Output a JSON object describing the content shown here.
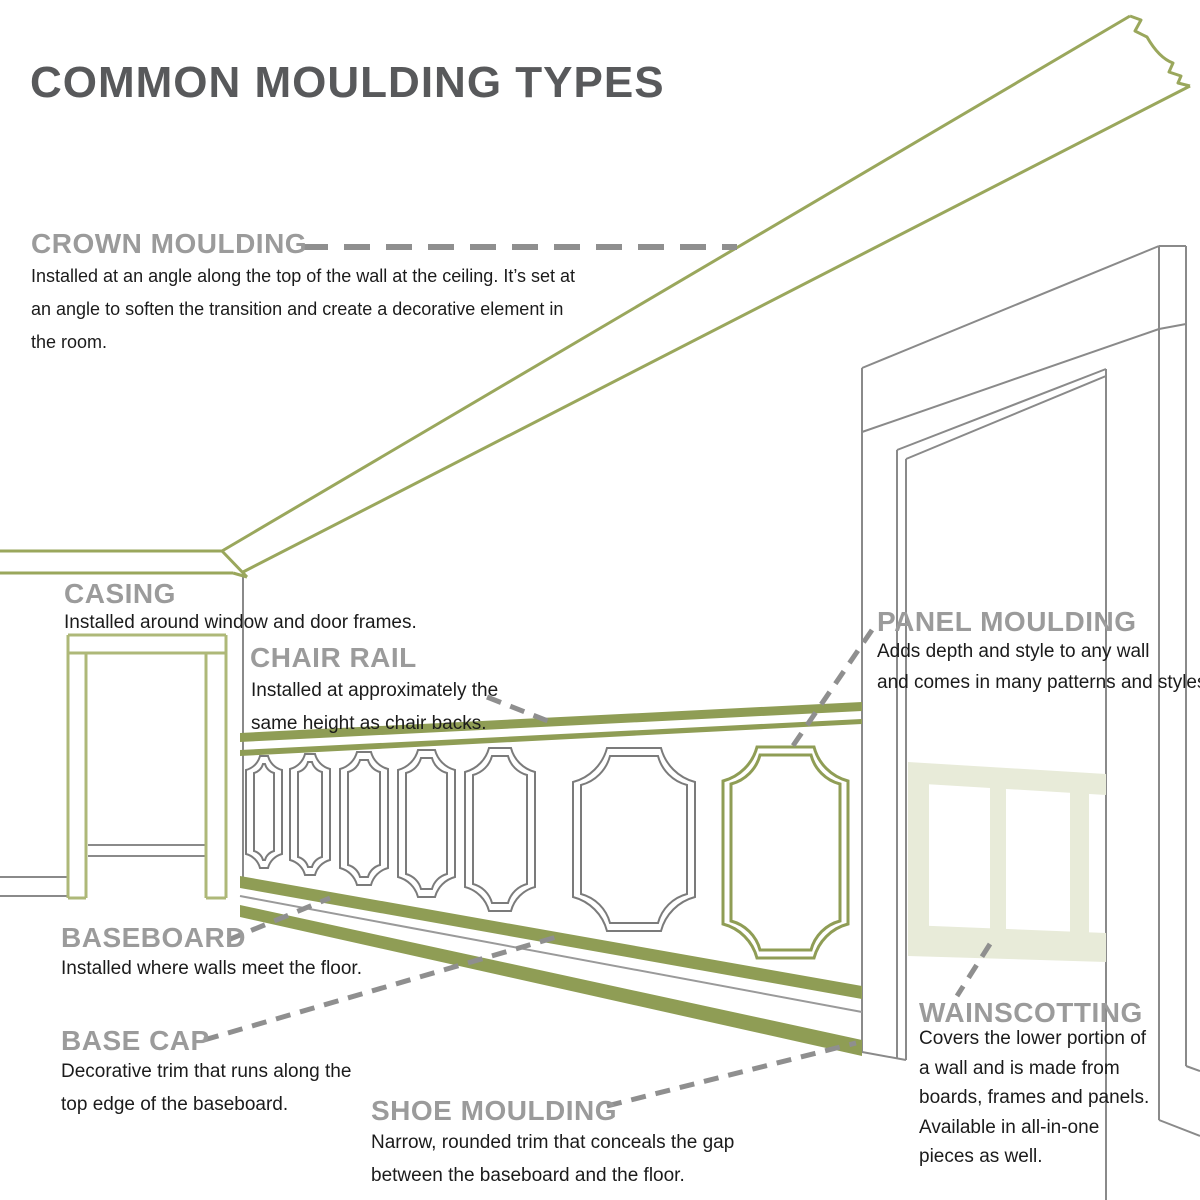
{
  "title": "COMMON MOULDING TYPES",
  "colors": {
    "moulding_green": "#96a35a",
    "casing_green": "#aeb878",
    "sage_fill": "#e8ebd9",
    "label_gray": "#9b9b9b",
    "line_gray": "#8a8a8a"
  },
  "sections": {
    "crown_moulding": {
      "label": "CROWN MOULDING",
      "lines": [
        "Installed at an angle along the top of the wall at the ceiling.  It’s set at",
        "an angle to soften the transition and create a decorative element in",
        "the room."
      ]
    },
    "casing": {
      "label": "CASING",
      "lines": [
        "Installed around window and door frames."
      ]
    },
    "chair_rail": {
      "label": "CHAIR RAIL",
      "lines": [
        "Installed at approximately the",
        "same height as chair backs."
      ]
    },
    "panel_moulding": {
      "label": "PANEL MOULDING",
      "lines": [
        "Adds depth and style to any wall",
        "and comes in many patterns and styles"
      ]
    },
    "baseboard": {
      "label": "BASEBOARD",
      "lines": [
        "Installed where walls meet the floor."
      ]
    },
    "base_cap": {
      "label": "BASE CAP",
      "lines": [
        "Decorative trim that runs along the",
        "top edge of the baseboard."
      ]
    },
    "shoe_moulding": {
      "label": "SHOE MOULDING",
      "lines": [
        "Narrow, rounded trim that conceals the gap",
        "between the baseboard and the floor."
      ]
    },
    "wainscotting": {
      "label": "WAINSCOTTING",
      "lines": [
        "Covers the lower portion of",
        "a wall and is made from",
        "boards, frames and panels.",
        "Available in all-in-one",
        "pieces as well."
      ]
    }
  }
}
